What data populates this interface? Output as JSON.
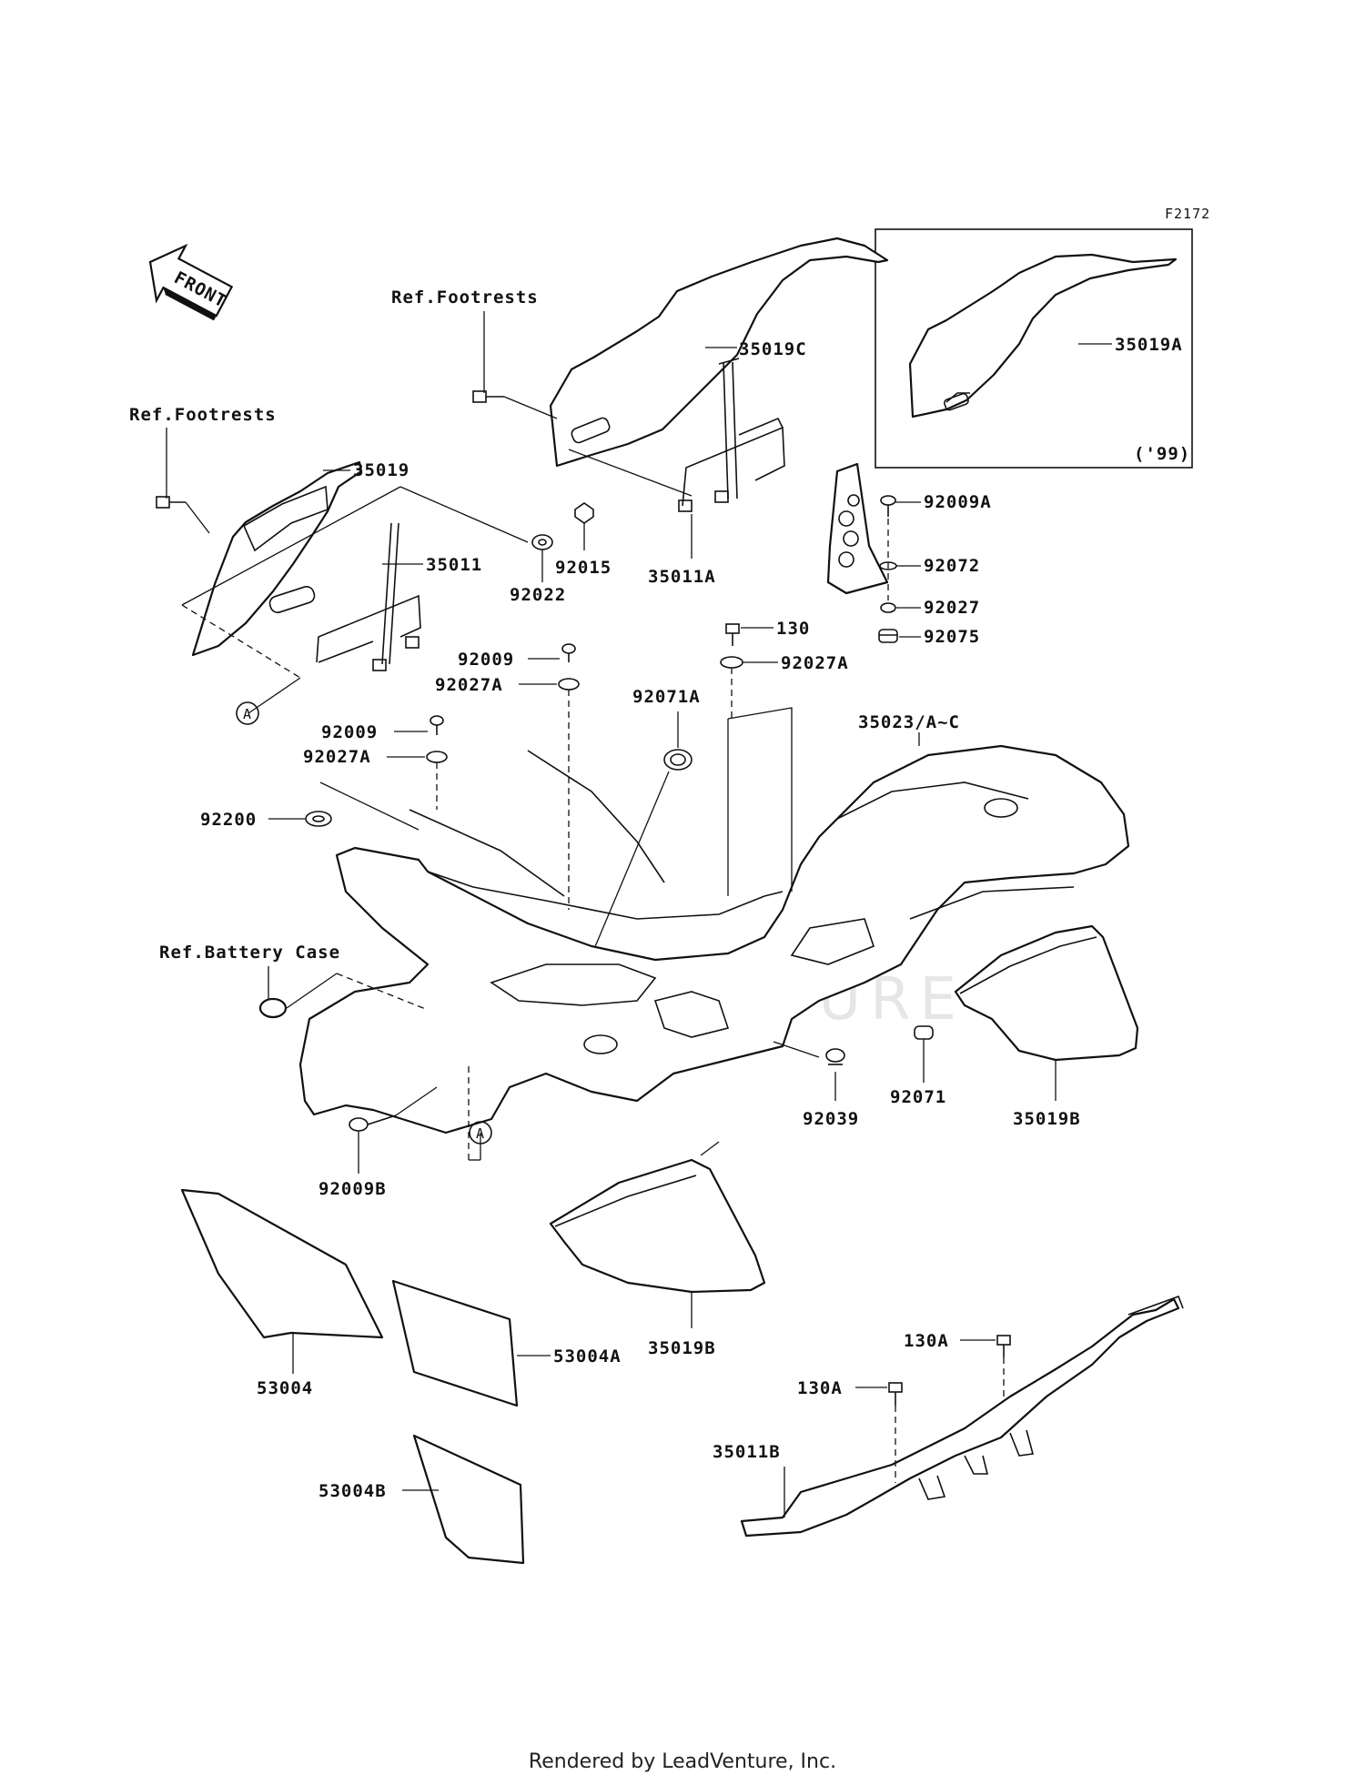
{
  "figure_code": "F2172",
  "direction_label": "FRONT",
  "inset_year": "('99)",
  "watermark": "LEADVENTURE",
  "footer": "Rendered by LeadVenture, Inc.",
  "callouts": {
    "ref_footrests_1": "Ref.Footrests",
    "ref_footrests_2": "Ref.Footrests",
    "ref_battery_case": "Ref.Battery Case",
    "ref_a_1": "A",
    "ref_a_2": "A",
    "p35019": "35019",
    "p35011": "35011",
    "p92022": "92022",
    "p92015": "92015",
    "p35019C": "35019C",
    "p35011A": "35011A",
    "p35019A": "35019A",
    "p92009A": "92009A",
    "p92072": "92072",
    "p92027": "92027",
    "p92075": "92075",
    "p130": "130",
    "p92027A_1": "92027A",
    "p92009_1": "92009",
    "p92027A_2": "92027A",
    "p92071A": "92071A",
    "p35023": "35023/A~C",
    "p92009_2": "92009",
    "p92027A_3": "92027A",
    "p92200": "92200",
    "p92039": "92039",
    "p92071": "92071",
    "p35019B_1": "35019B",
    "p92009B": "92009B",
    "p35019B_2": "35019B",
    "p53004": "53004",
    "p53004A": "53004A",
    "p130A_1": "130A",
    "p130A_2": "130A",
    "p35011B": "35011B",
    "p53004B": "53004B"
  }
}
